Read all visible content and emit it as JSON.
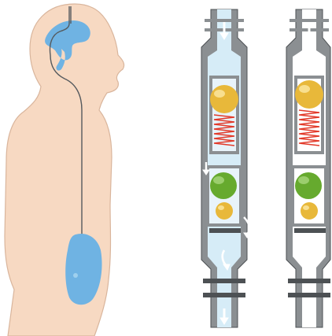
{
  "figure": {
    "panels": [
      {
        "id": "patient",
        "description_icon": "human-profile-with-shunt-icon"
      },
      {
        "id": "valve-open",
        "description_icon": "valve-cross-section-flow-icon"
      },
      {
        "id": "valve-closed",
        "description_icon": "valve-cross-section-static-icon"
      }
    ],
    "colors": {
      "skin": "#f7d9c2",
      "skin_outline": "#d9b59c",
      "csf_blue": "#6fb3e3",
      "fluid_light": "#d6ecf7",
      "valve_gray": "#8b8f92",
      "valve_dark": "#4d5154",
      "ball_gold": "#e8b83a",
      "ball_green": "#66aa2e",
      "spring_red": "#e23a2a",
      "arrow_white": "#ffffff"
    }
  }
}
